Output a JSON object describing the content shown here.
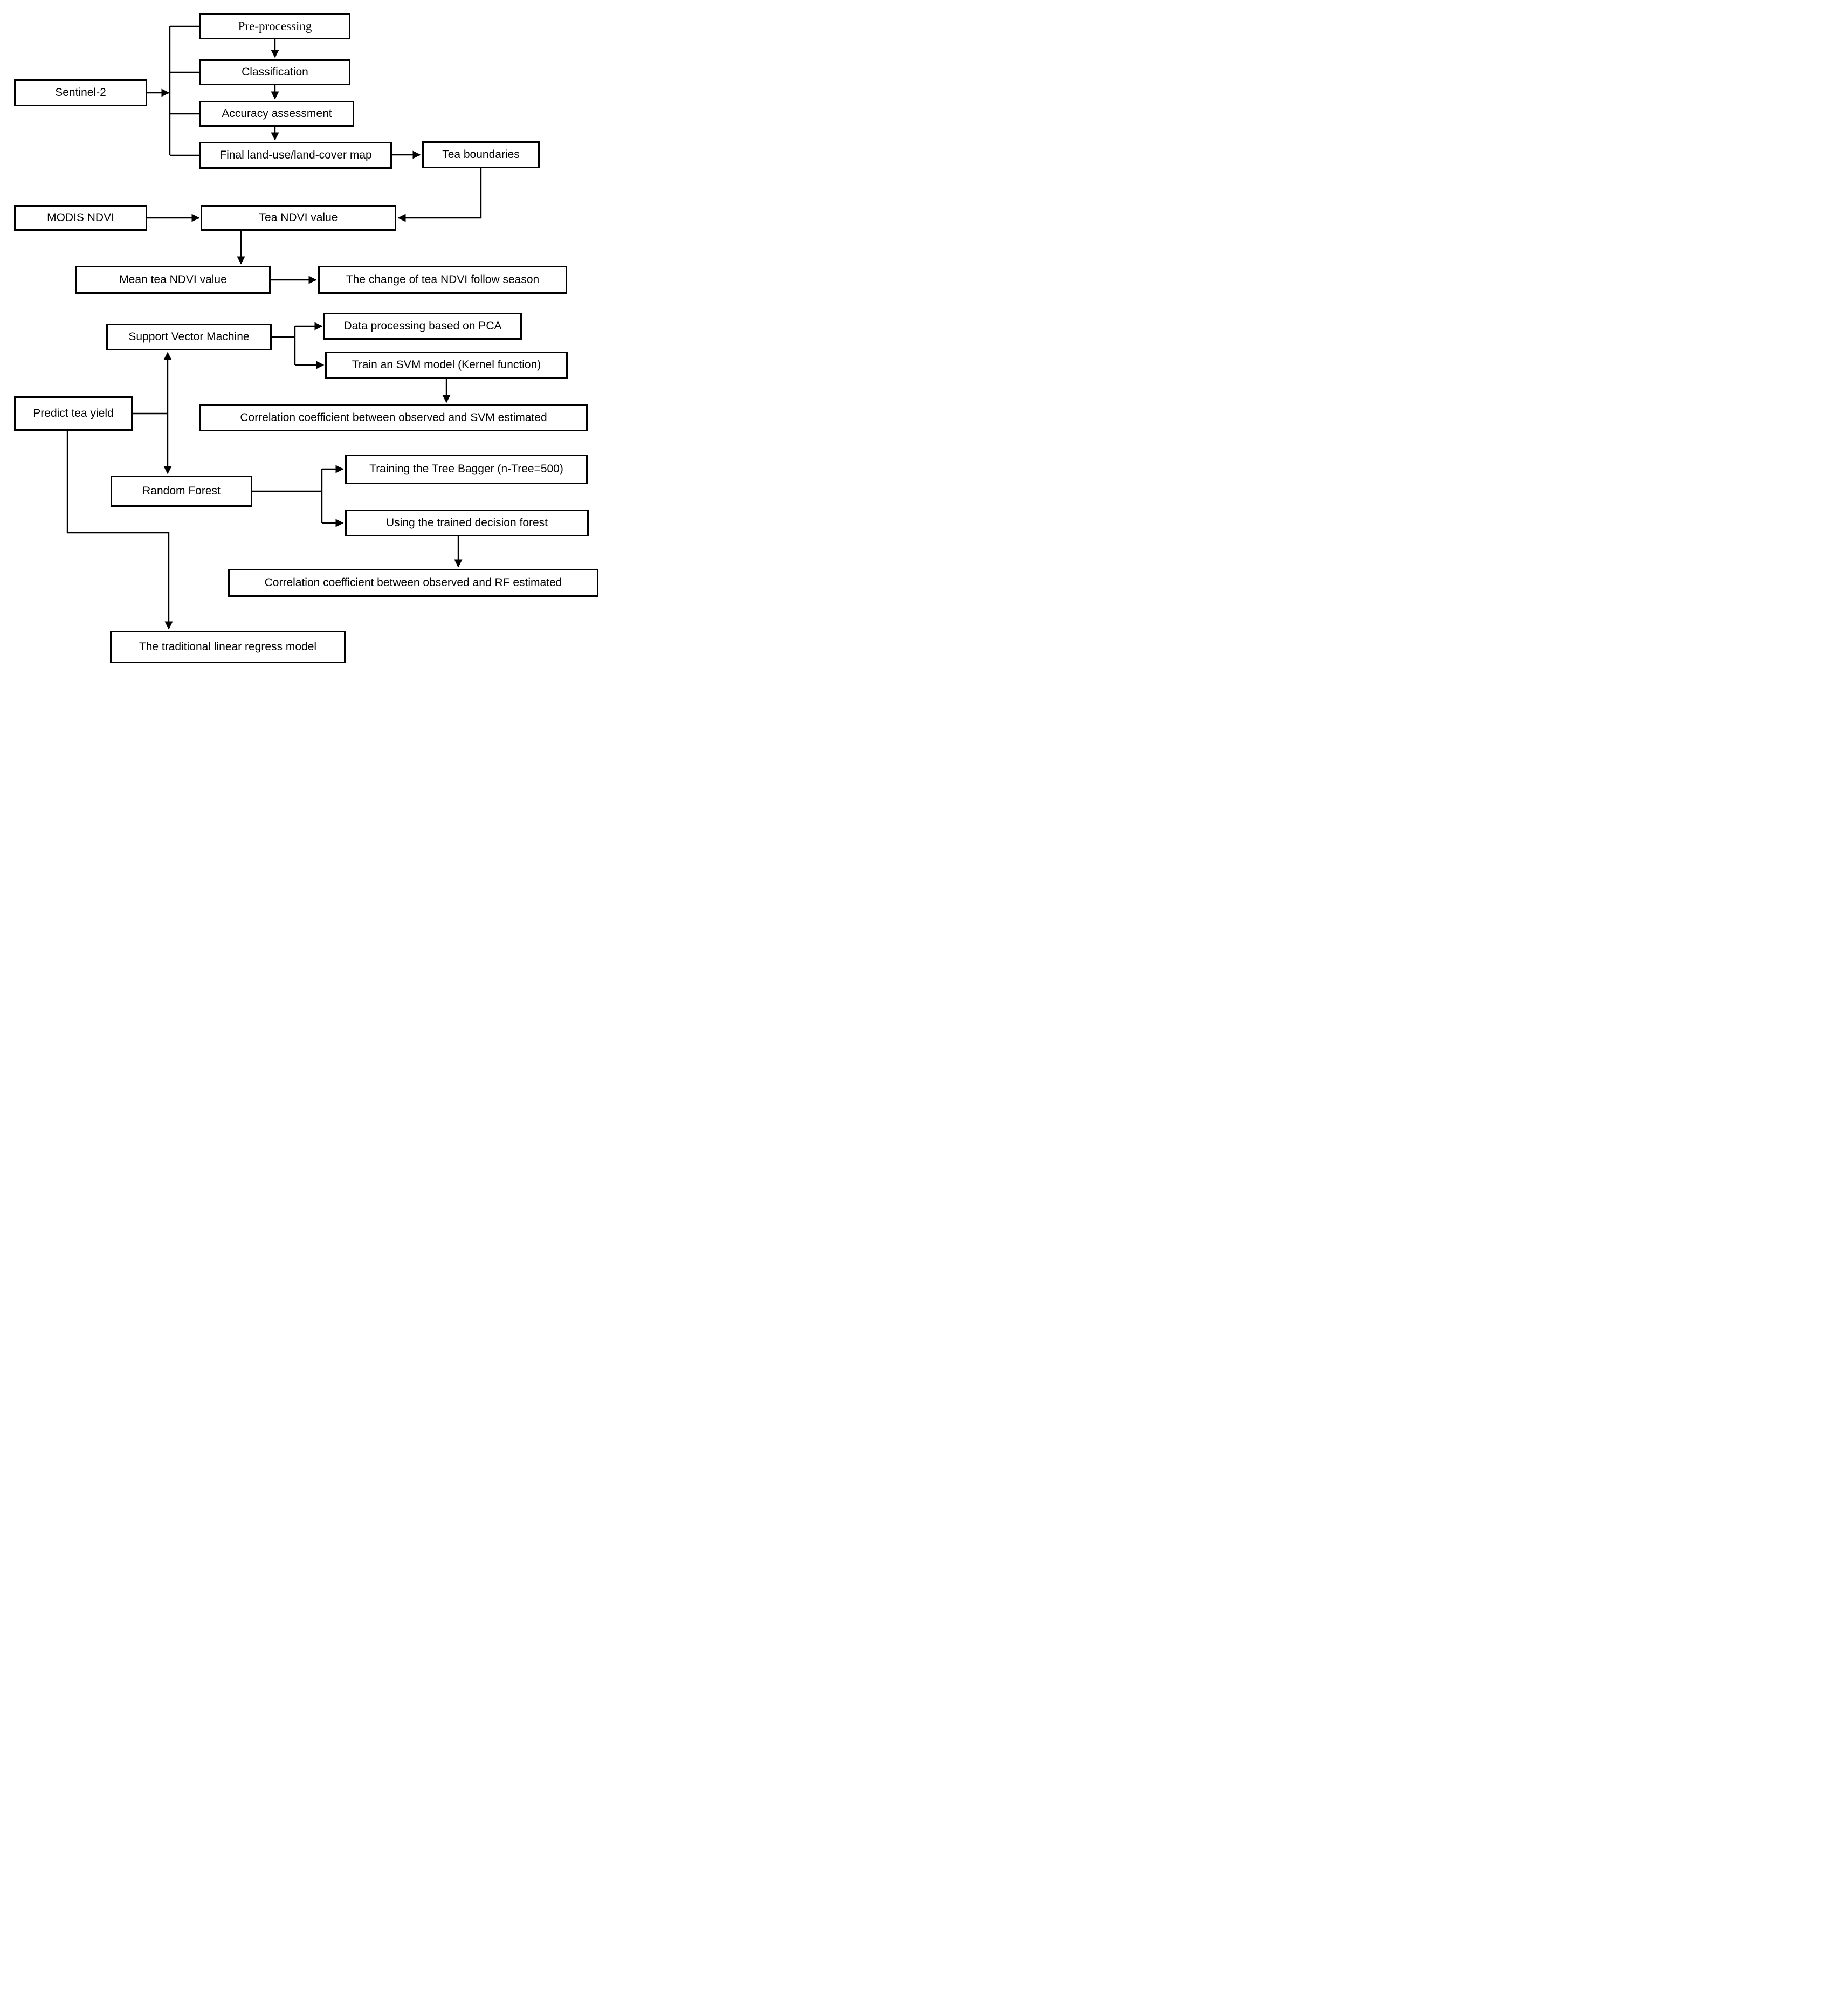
{
  "diagram": {
    "nodes": [
      {
        "id": "sentinel-2",
        "label": "Sentinel-2"
      },
      {
        "id": "pre-processing",
        "label": "Pre-processing"
      },
      {
        "id": "classification",
        "label": "Classification"
      },
      {
        "id": "accuracy-assessment",
        "label": "Accuracy assessment"
      },
      {
        "id": "final-land-use-land-cover-map",
        "label": "Final land-use/land-cover map"
      },
      {
        "id": "tea-boundaries",
        "label": "Tea boundaries"
      },
      {
        "id": "modis-ndvi",
        "label": "MODIS NDVI"
      },
      {
        "id": "tea-ndvi-value",
        "label": "Tea NDVI value"
      },
      {
        "id": "mean-tea-ndvi-value",
        "label": "Mean tea NDVI value"
      },
      {
        "id": "change-of-tea-ndvi-follow-season",
        "label": "The change of tea NDVI follow season"
      },
      {
        "id": "support-vector-machine",
        "label": "Support Vector Machine"
      },
      {
        "id": "data-processing-based-on-pca",
        "label": "Data processing based on PCA"
      },
      {
        "id": "train-svm-model",
        "label": "Train an SVM model (Kernel function)"
      },
      {
        "id": "correlation-observed-svm",
        "label": "Correlation coefficient between observed and SVM estimated"
      },
      {
        "id": "predict-tea-yield",
        "label": "Predict tea yield"
      },
      {
        "id": "random-forest",
        "label": "Random Forest"
      },
      {
        "id": "training-tree-bagger",
        "label": "Training the Tree Bagger (n-Tree=500)"
      },
      {
        "id": "using-trained-decision-forest",
        "label": "Using the trained decision forest"
      },
      {
        "id": "correlation-observed-rf",
        "label": "Correlation coefficient between observed and RF estimated"
      },
      {
        "id": "traditional-linear-regress-model",
        "label": "The traditional linear regress model"
      }
    ],
    "edges": [
      {
        "from": "sentinel-2",
        "to": "pre-processing"
      },
      {
        "from": "sentinel-2",
        "to": "classification"
      },
      {
        "from": "sentinel-2",
        "to": "accuracy-assessment"
      },
      {
        "from": "sentinel-2",
        "to": "final-land-use-land-cover-map"
      },
      {
        "from": "pre-processing",
        "to": "classification"
      },
      {
        "from": "classification",
        "to": "accuracy-assessment"
      },
      {
        "from": "accuracy-assessment",
        "to": "final-land-use-land-cover-map"
      },
      {
        "from": "final-land-use-land-cover-map",
        "to": "tea-boundaries"
      },
      {
        "from": "tea-boundaries",
        "to": "tea-ndvi-value"
      },
      {
        "from": "modis-ndvi",
        "to": "tea-ndvi-value"
      },
      {
        "from": "tea-ndvi-value",
        "to": "mean-tea-ndvi-value"
      },
      {
        "from": "mean-tea-ndvi-value",
        "to": "change-of-tea-ndvi-follow-season"
      },
      {
        "from": "support-vector-machine",
        "to": "data-processing-based-on-pca"
      },
      {
        "from": "support-vector-machine",
        "to": "train-svm-model"
      },
      {
        "from": "train-svm-model",
        "to": "correlation-observed-svm"
      },
      {
        "from": "predict-tea-yield",
        "to": "support-vector-machine"
      },
      {
        "from": "predict-tea-yield",
        "to": "random-forest"
      },
      {
        "from": "predict-tea-yield",
        "to": "traditional-linear-regress-model"
      },
      {
        "from": "random-forest",
        "to": "training-tree-bagger"
      },
      {
        "from": "random-forest",
        "to": "using-trained-decision-forest"
      },
      {
        "from": "using-trained-decision-forest",
        "to": "correlation-observed-rf"
      }
    ],
    "colors": {
      "line": "#000000",
      "box_background": "#ffffff"
    }
  }
}
